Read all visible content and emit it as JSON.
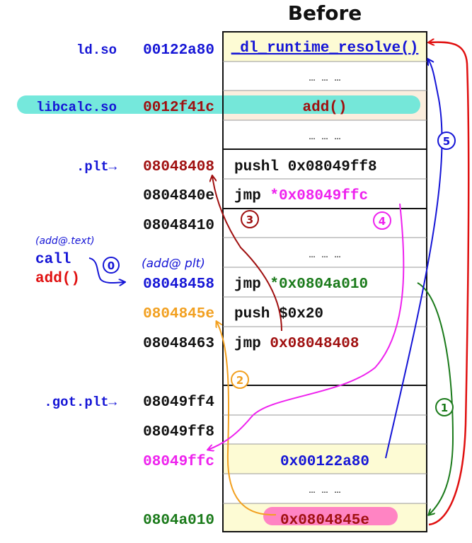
{
  "title": "Before",
  "colors": {
    "blue": "#1515d6",
    "black": "#111111",
    "darkred": "#a01010",
    "red": "#e01010",
    "magenta": "#ee22ee",
    "orange": "#f2a020",
    "green": "#1a7a1a",
    "cell_yellow": "#fdfbd4",
    "cell_peach": "#fbeede",
    "cyan": "#66e6d8",
    "pink": "#ff6fbf"
  },
  "rows": [
    {
      "section": "ld.so",
      "address": "00122a80",
      "content": "_dl_runtime_resolve()"
    },
    {
      "section": "",
      "address": "",
      "content": "… … …"
    },
    {
      "section": "libcalc.so",
      "address": "0012f41c",
      "content": "add()"
    },
    {
      "section": "",
      "address": "",
      "content": "… … …"
    },
    {
      "section": ".plt→",
      "address": "08048408",
      "content": "pushl 0x08049ff8"
    },
    {
      "section": "",
      "address": "0804840e",
      "content_prefix": "jmp ",
      "content_highlight": "*0x08049ffc"
    },
    {
      "section": "",
      "address": "08048410",
      "content": ""
    },
    {
      "section": "",
      "address": "",
      "content": "… … …"
    },
    {
      "section": "",
      "address": "08048458",
      "content_prefix": "jmp ",
      "content_highlight": "*0x0804a010"
    },
    {
      "section": "",
      "address": "0804845e",
      "content": "push $0x20"
    },
    {
      "section": "",
      "address": "08048463",
      "content_prefix": "jmp ",
      "content_highlight": "0x08048408"
    },
    {
      "section": "",
      "address": "",
      "content": ""
    },
    {
      "section": ".got.plt→",
      "address": "08049ff4",
      "content": ""
    },
    {
      "section": "",
      "address": "08049ff8",
      "content": ""
    },
    {
      "section": "",
      "address": "08049ffc",
      "content": "0x00122a80"
    },
    {
      "section": "",
      "address": "",
      "content": "… … …"
    },
    {
      "section": "",
      "address": "0804a010",
      "content": "0x0804845e"
    }
  ],
  "caller": {
    "note_text": "(add@.text)",
    "call_line1": "call",
    "call_line2": "add()",
    "plt_note": "(add@ plt)",
    "step0": "0"
  },
  "steps": [
    "1",
    "2",
    "3",
    "4",
    "5"
  ]
}
